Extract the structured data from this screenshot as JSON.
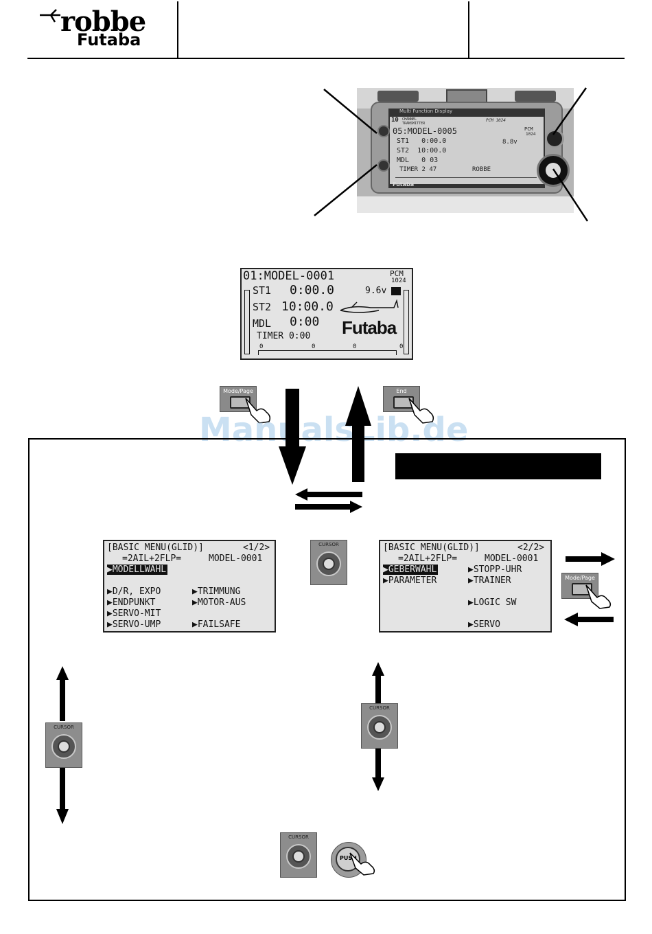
{
  "header": {
    "logo_top": "robbe",
    "logo_bottom": "Futaba"
  },
  "photo": {
    "brand": "Futaba",
    "channels": "10",
    "channel_text": "CHANNEL TRANSMITTER",
    "display_caption": "Multi Function Display",
    "mode_label": "PCM 1024",
    "screen": {
      "title": "05:MODEL-0005",
      "pcm": "PCM",
      "pcm_num": "1024",
      "st1": "ST1   0:00.0",
      "st2": "ST2  10:00.0",
      "voltage": "8.8v",
      "mdl": "MDL   0 03",
      "timer": "TIMER 2 47",
      "owner": "ROBBE"
    }
  },
  "home_screen": {
    "title": "01:MODEL-0001",
    "pcm": "PCM",
    "pcm_num": "1024",
    "st1_label": "ST1",
    "st1_value": "0:00.0",
    "st2_label": "ST2",
    "st2_value": "10:00.0",
    "voltage": "9.6v",
    "mdl_label": "MDL",
    "mdl_value": "0:00",
    "timer": "TIMER 0:00",
    "brand": "Futaba",
    "trim_zeros": [
      "0",
      "0",
      "0",
      "0"
    ]
  },
  "buttons": {
    "mode_page": "Mode/Page",
    "end": "End",
    "cursor": "CURSOR",
    "push": "PUSH"
  },
  "watermark": "ManualsLib.de",
  "menu1": {
    "title": "[BASIC MENU(GLID)]",
    "page": "<1/2>",
    "mix": "=2AIL+2FLP=",
    "model": "MODEL-0001",
    "items_left": [
      "MODELLWAHL",
      "D/R, EXPO",
      "ENDPUNKT",
      "SERVO-MIT",
      "SERVO-UMP"
    ],
    "items_right": [
      "TRIMMUNG",
      "MOTOR-AUS",
      "FAILSAFE"
    ]
  },
  "menu2": {
    "title": "[BASIC MENU(GLID)]",
    "page": "<2/2>",
    "mix": "=2AIL+2FLP=",
    "model": "MODEL-0001",
    "items_left": [
      "GEBERWAHL",
      "PARAMETER"
    ],
    "items_right": [
      "STOPP-UHR",
      "TRAINER",
      "LOGIC SW",
      "SERVO"
    ]
  }
}
